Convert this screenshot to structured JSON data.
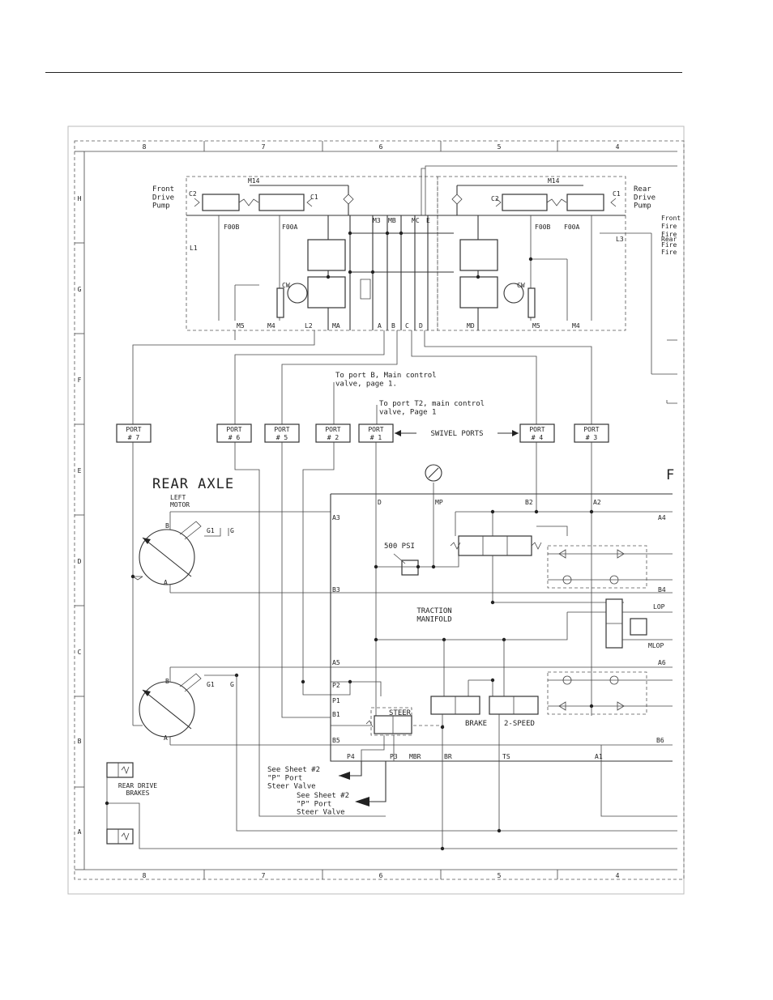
{
  "frame": {
    "columns": [
      "8",
      "7",
      "6",
      "5",
      "4"
    ],
    "rows": [
      "H",
      "G",
      "F",
      "E",
      "D",
      "C",
      "B",
      "A"
    ]
  },
  "pumps": {
    "front_title": "Front\nDrive\nPump",
    "rear_title": "Rear\nDrive\nPump",
    "labels": {
      "m14": "M14",
      "c1": "C1",
      "c2": "C2",
      "f00a": "F00A",
      "f00b": "F00B",
      "m3": "M3",
      "mb": "MB",
      "mc": "MC",
      "e": "E",
      "l1": "L1",
      "l2": "L2",
      "l3": "L3",
      "m4": "M4",
      "m5": "M5",
      "ma": "MA",
      "md": "MD",
      "a": "A",
      "b": "B",
      "c": "C",
      "d": "D",
      "cw": "CW"
    },
    "cut_right_text": [
      "Front",
      "Fire",
      "Fire",
      "Rear",
      "Fire",
      "Fire"
    ]
  },
  "notes": {
    "to_port_b": "To port B, Main control\nvalve, page 1.",
    "to_port_t2": "To port T2, main control\nvalve, Page 1"
  },
  "ports": [
    {
      "name": "PORT",
      "num": "# 7"
    },
    {
      "name": "PORT",
      "num": "# 6"
    },
    {
      "name": "PORT",
      "num": "# 5"
    },
    {
      "name": "PORT",
      "num": "# 2"
    },
    {
      "name": "PORT",
      "num": "# 1"
    },
    {
      "name": "PORT",
      "num": "# 4"
    },
    {
      "name": "PORT",
      "num": "# 3"
    }
  ],
  "swivel_label": "SWIVEL PORTS",
  "rear_axle": {
    "title": "REAR AXLE",
    "motor_label": "LEFT\nMOTOR",
    "labels": {
      "b": "B",
      "a": "A",
      "g1": "G1",
      "g": "G"
    }
  },
  "cut_letter": "F",
  "manifold": {
    "title": "TRACTION\nMANIFOLD",
    "relief": "500 PSI",
    "port_labels": {
      "d": "D",
      "mp": "MP",
      "b2": "B2",
      "a2": "A2",
      "a3": "A3",
      "a4": "A4",
      "b3": "B3",
      "b4": "B4",
      "lop": "LOP",
      "mlop": "MLOP",
      "a5": "A5",
      "a6": "A6",
      "p2": "P2",
      "p1": "P1",
      "b1": "B1",
      "b5": "B5",
      "b6": "B6",
      "p4": "P4",
      "p3": "P3",
      "mbr": "MBR",
      "br": "BR",
      "ts": "TS",
      "a1": "A1"
    },
    "steer": "STEER",
    "brake": "BRAKE",
    "two_speed": "2-SPEED"
  },
  "sheet_refs": [
    "See Sheet #2\n\"P\" Port\nSteer Valve",
    "See Sheet #2\n\"P\" Port\nSteer Valve"
  ],
  "brakes_label": "REAR DRIVE\nBRAKES"
}
